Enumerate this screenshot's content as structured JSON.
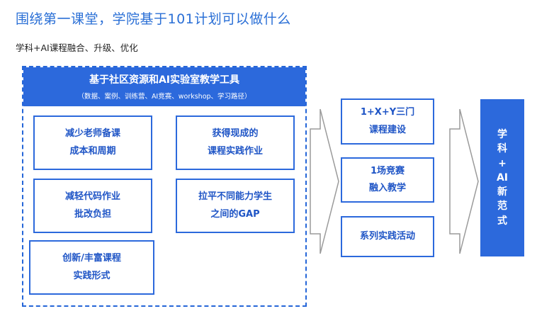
{
  "title": "围绕第一课堂，学院基于101计划可以做什么",
  "subtitle": "学科+AI课程融合、升级、优化",
  "tools_panel": {
    "title": "基于社区资源和AI实验室教学工具",
    "subtitle": "（数据、案例、训练营、AI竞赛、workshop、学习路径）",
    "items": [
      {
        "line1": "减少老师备课",
        "line2": "成本和周期"
      },
      {
        "line1": "获得现成的",
        "line2": "课程实践作业"
      },
      {
        "line1": "减轻代码作业",
        "line2": "批改负担"
      },
      {
        "line1": "拉平不同能力学生",
        "line2": "之间的GAP"
      },
      {
        "line1": "创新/丰富课程",
        "line2": "实践形式"
      }
    ]
  },
  "middle_items": [
    {
      "line1": "1+X+Y三门",
      "line2": "课程建设"
    },
    {
      "line1": "1场竞赛",
      "line2": "融入教学"
    },
    {
      "line1": "系列实践活动",
      "line2": ""
    }
  ],
  "result": {
    "chars": [
      "学",
      "科",
      "+",
      "AI",
      "新",
      "范",
      "式"
    ]
  },
  "colors": {
    "accent": "#2c69dc",
    "title": "#2a6fd6",
    "box_text": "#1f55c6"
  }
}
